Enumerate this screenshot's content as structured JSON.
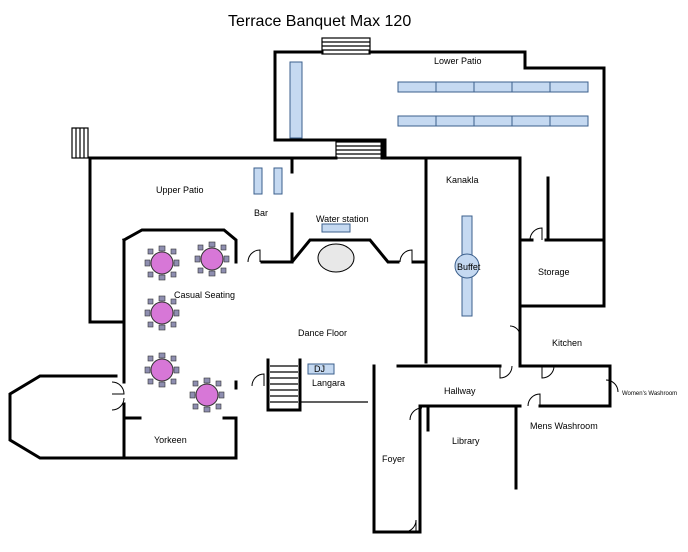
{
  "title": "Terrace Banquet Max 120",
  "rooms": {
    "lower_patio": "Lower Patio",
    "upper_patio": "Upper Patio",
    "bar": "Bar",
    "water_station": "Water station",
    "kanakla": "Kanakla",
    "buffet": "Buffet",
    "storage": "Storage",
    "casual_seating": "Casual Seating",
    "dance_floor": "Dance Floor",
    "kitchen": "Kitchen",
    "dj": "DJ",
    "langara": "Langara",
    "hallway": "Hallway",
    "womens_washroom": "Women's Washroom",
    "yorkeen": "Yorkeen",
    "library": "Library",
    "mens_washroom": "Mens Washroom",
    "foyer": "Foyer"
  },
  "colors": {
    "wall": "#000000",
    "table_fill": "#c5d9f1",
    "round_table": "#d777d7",
    "chair": "#8e8eb0"
  }
}
